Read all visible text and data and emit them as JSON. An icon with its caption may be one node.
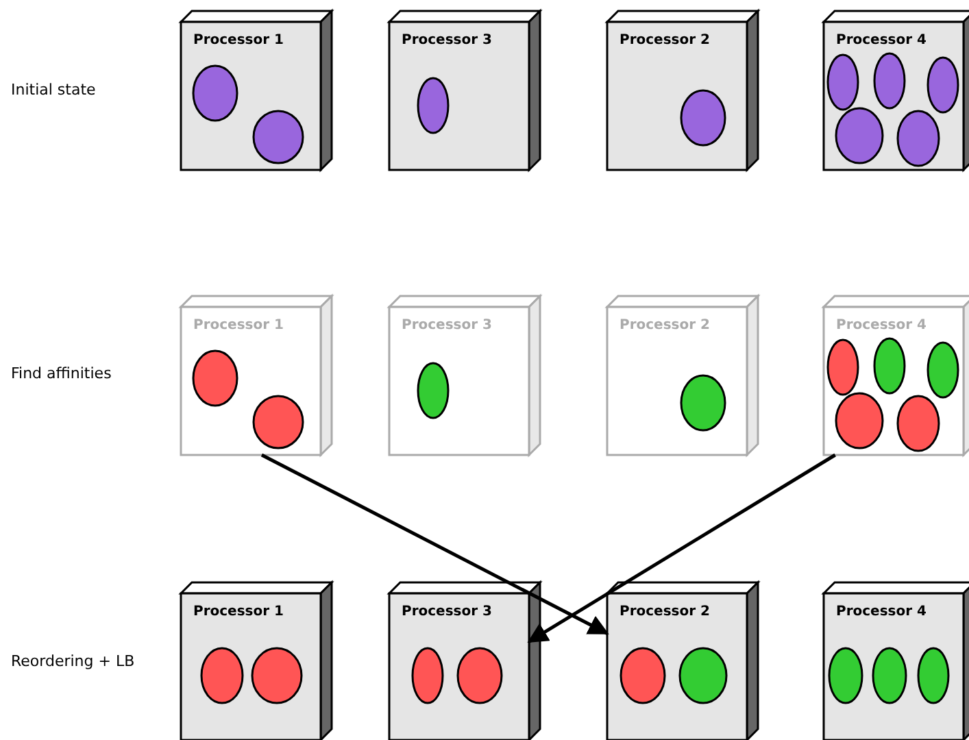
{
  "diagram": {
    "nodes": [
      {
        "text": [
          "Processor 1"
        ]
      },
      {
        "text": [
          "Processor 3"
        ]
      },
      {
        "text": [
          "Processor 2"
        ]
      },
      {
        "text": [
          "Processor 4"
        ]
      },
      {
        "text": [
          "Processor 1"
        ]
      },
      {
        "text": [
          "Processor 3"
        ]
      },
      {
        "text": [
          "Processor 2"
        ]
      },
      {
        "text": [
          "Processor 4"
        ]
      },
      {
        "text": [
          "Processor 1"
        ]
      },
      {
        "text": [
          "Processor 3"
        ]
      },
      {
        "text": [
          "Processor 2"
        ]
      },
      {
        "text": [
          "Processor 4"
        ]
      }
    ],
    "edges": [
      {
        "from": 4,
        "to": 10,
        "arrow": "to"
      },
      {
        "from": 7,
        "to": 9,
        "arrow": "to"
      }
    ],
    "labels": [
      "Initial state",
      "Find affinities",
      "Reordering + LB"
    ]
  }
}
